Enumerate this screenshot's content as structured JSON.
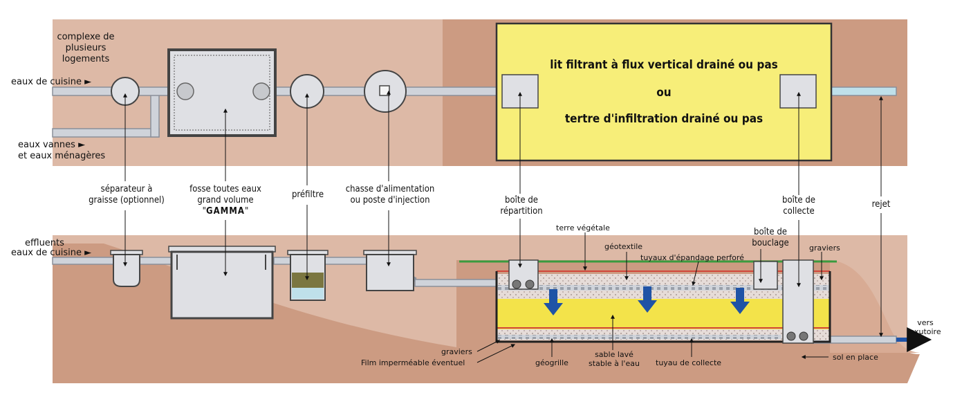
{
  "colors": {
    "soil_light": "#ddb9a6",
    "soil_dark": "#cc9b82",
    "yellow_zone": "#f7ee79",
    "sand": "#f3e34a",
    "gravel": "#e6dcd8",
    "topsoil_red": "#d2463a",
    "grass": "#3a9b3f",
    "arrow_blue": "#1f53a6",
    "tank_fill": "#dfe0e4",
    "pipe": "#cfd3da"
  },
  "top_view": {
    "complex": [
      "complexe de",
      "plusieurs",
      "logements"
    ],
    "kitchen_water": "eaux de cuisine",
    "black_water": [
      "eaux vannes",
      "et eaux ménagères"
    ],
    "filter_title_1": "lit filtrant à flux vertical drainé ou pas",
    "filter_title_or": "ou",
    "filter_title_2": "tertre d'infiltration drainé ou pas"
  },
  "labels": {
    "separator": [
      "séparateur à",
      "graisse (optionnel)"
    ],
    "septic_tank": [
      "fosse toutes eaux",
      "grand volume"
    ],
    "septic_tank_brand": "GAMMA",
    "prefilter": "préfiltre",
    "flush": [
      "chasse d'alimentation",
      "ou poste d'injection"
    ],
    "distribution_box": [
      "boîte de",
      "répartition"
    ],
    "collect_box": [
      "boîte de",
      "collecte"
    ],
    "discharge": "rejet",
    "loop_box": [
      "boîte de",
      "bouclage"
    ]
  },
  "section": {
    "effluents": "effluents",
    "kitchen_water": "eaux de cuisine",
    "topsoil": "terre végétale",
    "geotextile": "géotextile",
    "spread_pipes": "tuyaux d'épandage perforé",
    "gravel_right": "graviers",
    "gravel_left": "graviers",
    "membrane": "Film imperméable éventuel",
    "geogrid": "géogrille",
    "sand": [
      "sable lavé",
      "stable à l'eau"
    ],
    "collect_pipe": "tuyau de collecte",
    "native_soil": "sol en place",
    "outlet": [
      "vers",
      "exutoire"
    ]
  }
}
